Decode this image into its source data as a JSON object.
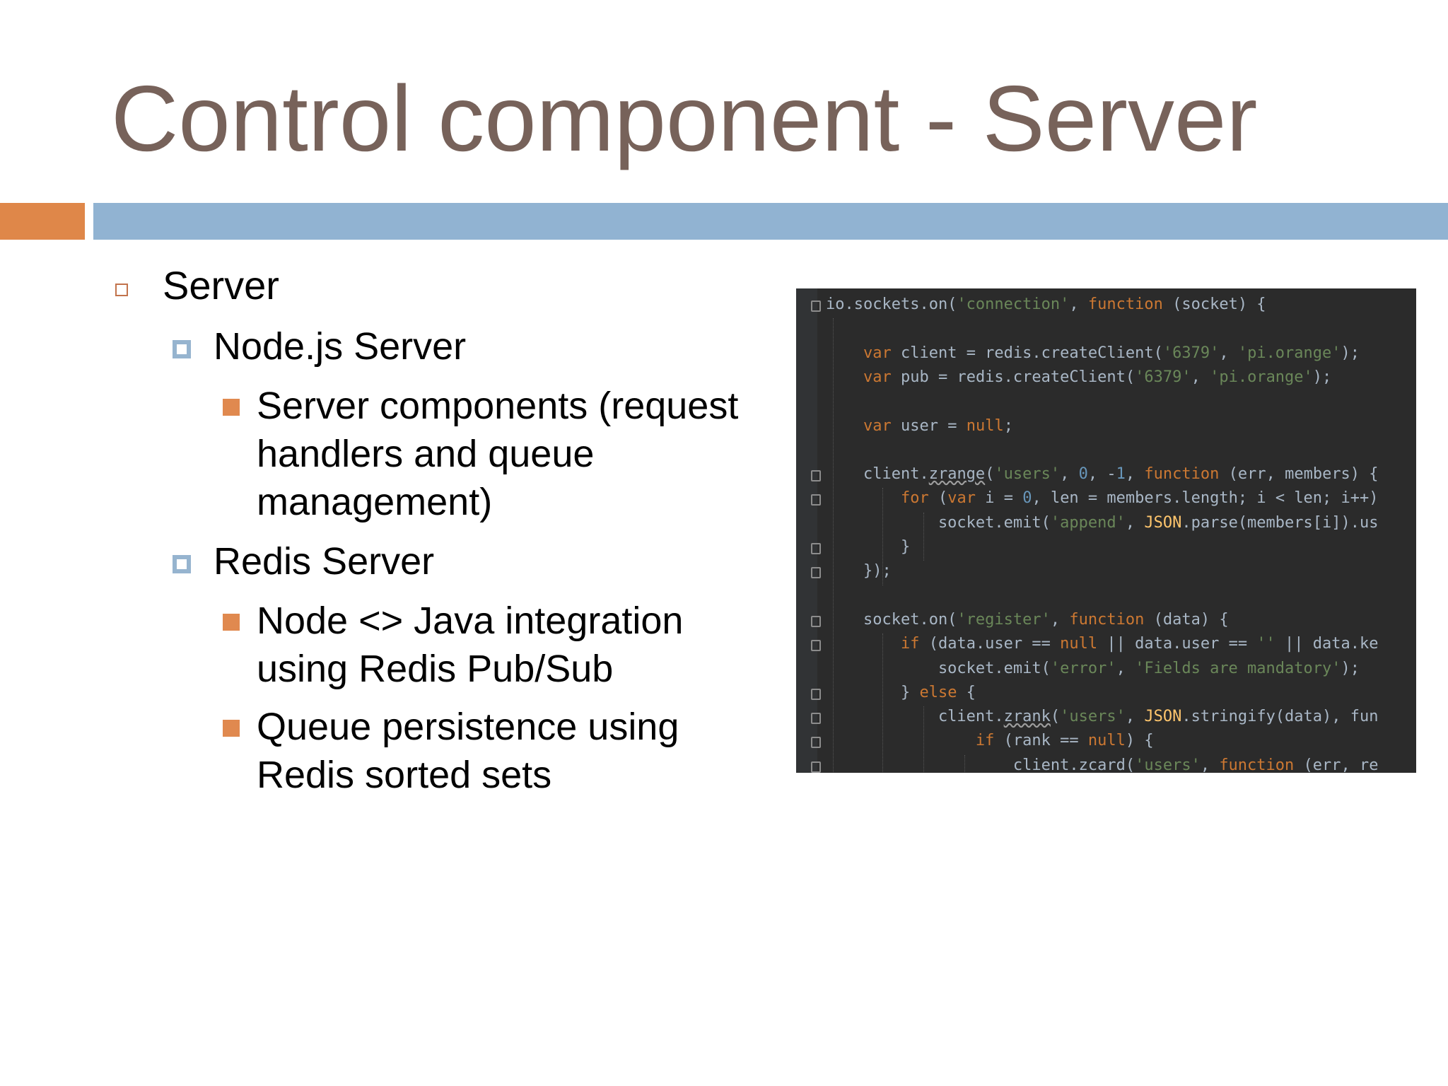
{
  "slide": {
    "title": "Control component - Server"
  },
  "bullets": [
    {
      "level": 1,
      "lines": [
        "Server"
      ]
    },
    {
      "level": 2,
      "lines": [
        "Node.js Server"
      ]
    },
    {
      "level": 3,
      "lines": [
        "Server components (request",
        "handlers and queue",
        "management)"
      ]
    },
    {
      "level": 2,
      "lines": [
        "Redis Server"
      ]
    },
    {
      "level": 3,
      "lines": [
        "Node <> Java integration",
        "using Redis Pub/Sub"
      ]
    },
    {
      "level": 3,
      "lines": [
        "Queue persistence using",
        "Redis sorted sets"
      ]
    }
  ],
  "code": {
    "lines": [
      "io.sockets.on('connection', function (socket) {",
      "",
      "    var client = redis.createClient('6379', 'pi.orange');",
      "    var pub = redis.createClient('6379', 'pi.orange');",
      "",
      "    var user = null;",
      "",
      "    client.zrange('users', 0, -1, function (err, members) {",
      "        for (var i = 0, len = members.length; i < len; i++)",
      "            socket.emit('append', JSON.parse(members[i]).us",
      "        }",
      "    });",
      "",
      "    socket.on('register', function (data) {",
      "        if (data.user == null || data.user == '' || data.ke",
      "            socket.emit('error', 'Fields are mandatory');",
      "        } else {",
      "            client.zrank('users', JSON.stringify(data), fun",
      "                if (rank == null) {",
      "                    client.zcard('users', function (err, re"
    ]
  },
  "colors": {
    "title": "#77625a",
    "accent": "#df8749",
    "bar": "#91b3d2",
    "code_bg": "#2b2b2b"
  }
}
